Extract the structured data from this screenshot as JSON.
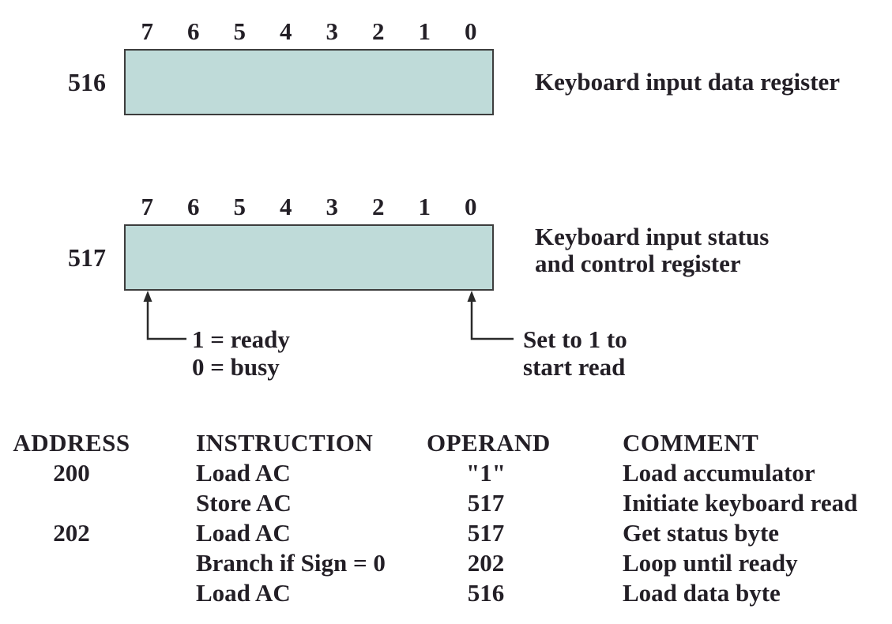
{
  "colors": {
    "register_fill": "#bfdbd9",
    "register_border": "#3d3d3d",
    "text": "#231f26",
    "background": "#ffffff"
  },
  "registers": [
    {
      "address": "516",
      "bits": [
        "7",
        "6",
        "5",
        "4",
        "3",
        "2",
        "1",
        "0"
      ],
      "label_lines": [
        "Keyboard input data register"
      ]
    },
    {
      "address": "517",
      "bits": [
        "7",
        "6",
        "5",
        "4",
        "3",
        "2",
        "1",
        "0"
      ],
      "label_lines": [
        "Keyboard input status",
        "and control register"
      ]
    }
  ],
  "callouts": {
    "bit7": {
      "lines": [
        "1 = ready",
        "0 = busy"
      ]
    },
    "bit0": {
      "lines": [
        "Set to 1 to",
        "start read"
      ]
    }
  },
  "program_table": {
    "headers": [
      "ADDRESS",
      "INSTRUCTION",
      "OPERAND",
      "COMMENT"
    ],
    "rows": [
      {
        "address": "200",
        "instruction": "Load AC",
        "operand": "\"1\"",
        "comment": "Load accumulator"
      },
      {
        "address": "",
        "instruction": "Store AC",
        "operand": "517",
        "comment": "Initiate keyboard read"
      },
      {
        "address": "202",
        "instruction": "Load AC",
        "operand": "517",
        "comment": "Get status byte"
      },
      {
        "address": "",
        "instruction": "Branch if Sign = 0",
        "operand": "202",
        "comment": "Loop until ready"
      },
      {
        "address": "",
        "instruction": "Load AC",
        "operand": "516",
        "comment": "Load data byte"
      }
    ]
  }
}
